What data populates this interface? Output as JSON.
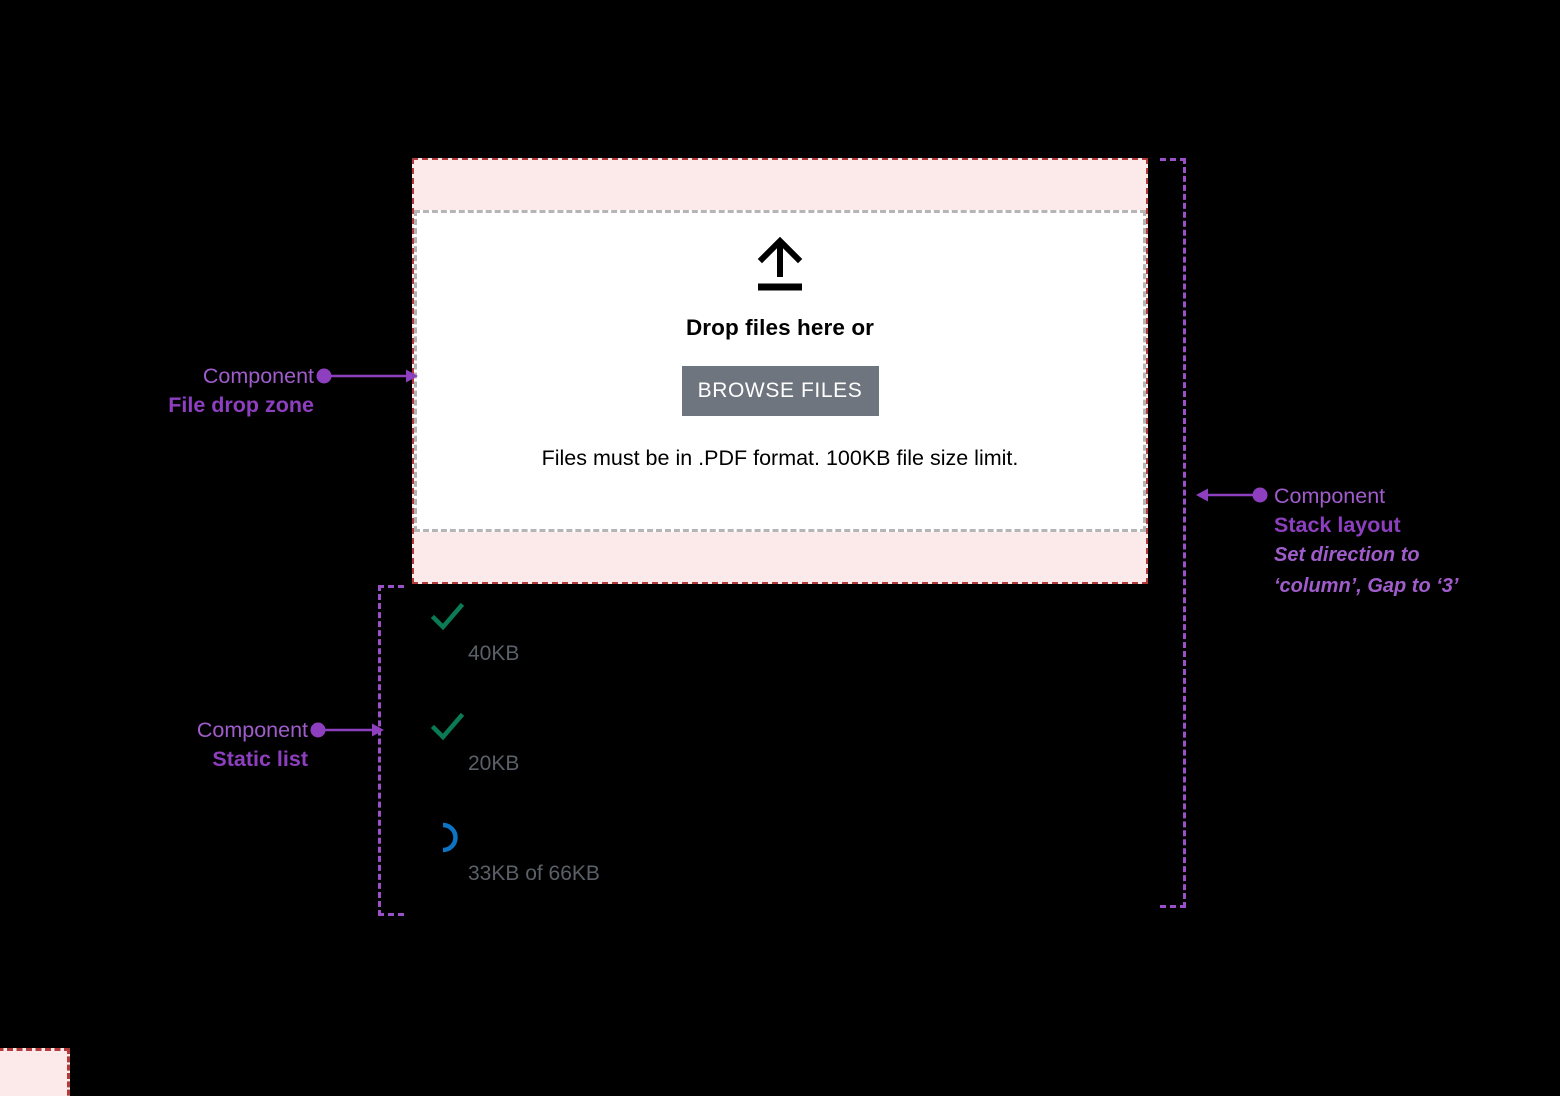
{
  "dropzone": {
    "icon": "upload-arrow-icon",
    "title": "Drop files here or",
    "browse_label": "BROWSE FILES",
    "hint": "Files must be in .PDF format. 100KB file size limit.",
    "button_color": "#6e757e",
    "border_color": "#b5b5b5",
    "background": "#ffffff"
  },
  "padding_overlay": {
    "fill": "#fce9e9",
    "stroke": "#b33a3a",
    "band_height_label": ""
  },
  "file_list": {
    "items": [
      {
        "status": "check-icon",
        "status_color": "#0a7b55",
        "name": "",
        "size": "40KB"
      },
      {
        "status": "check-icon",
        "status_color": "#0a7b55",
        "name": "",
        "size": "20KB"
      },
      {
        "status": "spinner-icon",
        "status_color": "#0d74c4",
        "name": "",
        "size": "33KB of 66KB"
      }
    ]
  },
  "annotations": [
    {
      "kind": "Component",
      "name": "File drop zone",
      "note": "",
      "note2": ""
    },
    {
      "kind": "Component",
      "name": "Stack layout",
      "note": "Set direction to",
      "note2": "‘column’, Gap to ‘3’"
    },
    {
      "kind": "Component",
      "name": "Static list",
      "note": "",
      "note2": ""
    }
  ],
  "colors": {
    "annotation_kind": "#a05ccb",
    "annotation_name": "#8e3fc0",
    "bracket": "#9b4fc8",
    "success": "#0a7b55",
    "progress": "#0d74c4",
    "size_text": "#5a6068",
    "background": "#000000"
  }
}
